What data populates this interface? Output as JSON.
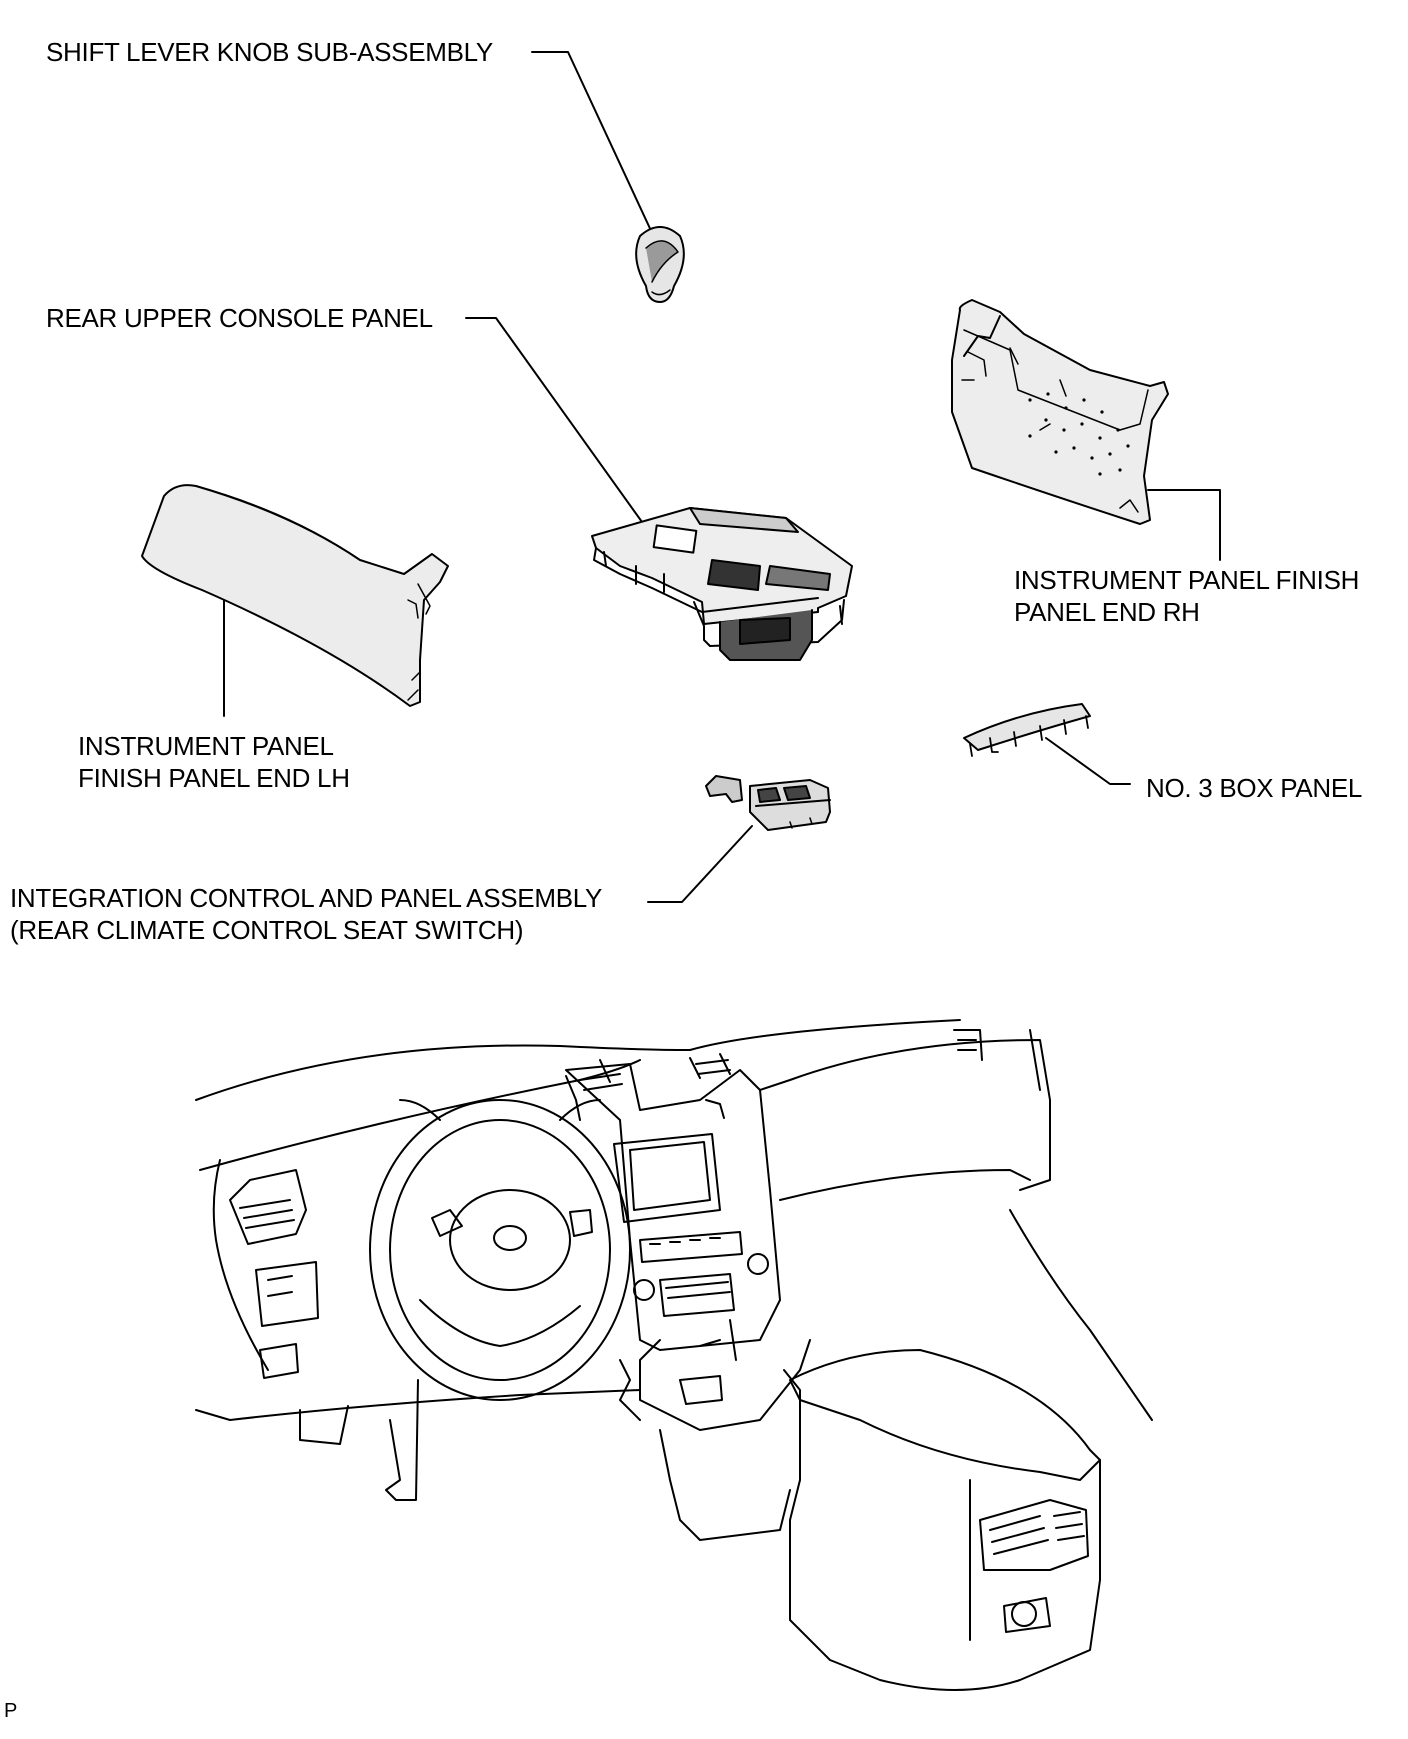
{
  "labels": {
    "shift_knob": "SHIFT LEVER KNOB SUB-ASSEMBLY",
    "rear_upper_console": "REAR UPPER CONSOLE PANEL",
    "ip_end_rh_line1": "INSTRUMENT PANEL FINISH",
    "ip_end_rh_line2": "PANEL END RH",
    "ip_end_lh_line1": "INSTRUMENT PANEL",
    "ip_end_lh_line2": "FINISH PANEL END LH",
    "no3_box": "NO. 3 BOX PANEL",
    "integration_line1": "INTEGRATION CONTROL AND PANEL ASSEMBLY",
    "integration_line2": "(REAR CLIMATE CONTROL SEAT SWITCH)"
  },
  "reference_code": "P",
  "colors": {
    "line": "#000000",
    "part_fill": "#e6e6e6",
    "dark_fill": "#555555",
    "background": "#ffffff"
  }
}
